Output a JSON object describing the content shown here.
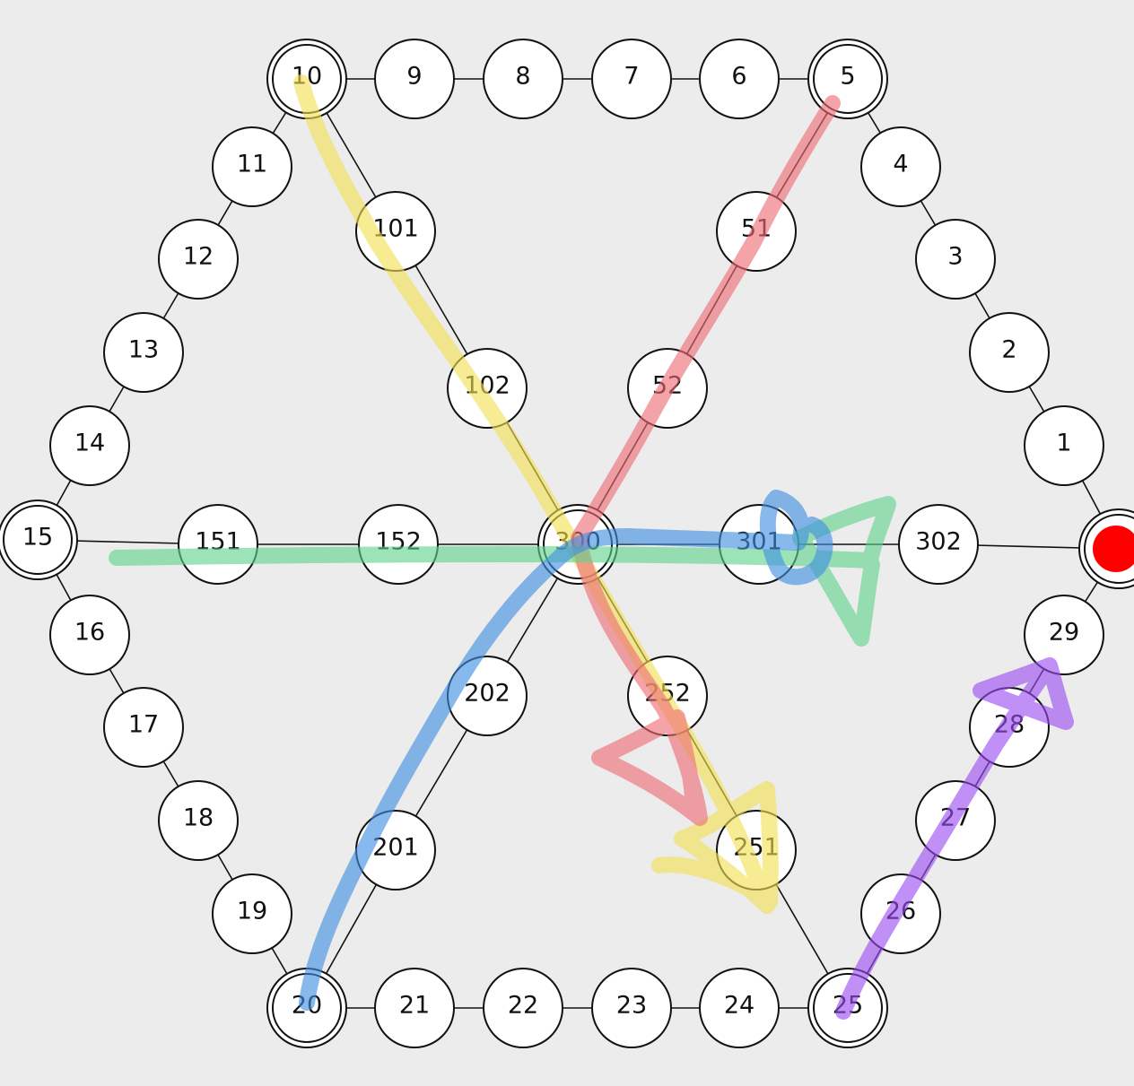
{
  "colors": {
    "background": "#ececec",
    "yellow": "#f2de52",
    "red": "#ee6c74",
    "green": "#5fd38c",
    "blue": "#3f8ee0",
    "purple": "#9a4cf0",
    "marker": "#ff0000"
  },
  "nodes": [
    {
      "id": "0",
      "label": "",
      "double_ring": true,
      "has_marker": true
    },
    {
      "id": "1",
      "label": "1"
    },
    {
      "id": "2",
      "label": "2"
    },
    {
      "id": "3",
      "label": "3"
    },
    {
      "id": "4",
      "label": "4"
    },
    {
      "id": "5",
      "label": "5",
      "double_ring": true
    },
    {
      "id": "6",
      "label": "6"
    },
    {
      "id": "7",
      "label": "7"
    },
    {
      "id": "8",
      "label": "8"
    },
    {
      "id": "9",
      "label": "9"
    },
    {
      "id": "10",
      "label": "10",
      "double_ring": true
    },
    {
      "id": "11",
      "label": "11"
    },
    {
      "id": "12",
      "label": "12"
    },
    {
      "id": "13",
      "label": "13"
    },
    {
      "id": "14",
      "label": "14"
    },
    {
      "id": "15",
      "label": "15",
      "double_ring": true
    },
    {
      "id": "16",
      "label": "16"
    },
    {
      "id": "17",
      "label": "17"
    },
    {
      "id": "18",
      "label": "18"
    },
    {
      "id": "19",
      "label": "19"
    },
    {
      "id": "20",
      "label": "20",
      "double_ring": true
    },
    {
      "id": "21",
      "label": "21"
    },
    {
      "id": "22",
      "label": "22"
    },
    {
      "id": "23",
      "label": "23"
    },
    {
      "id": "24",
      "label": "24"
    },
    {
      "id": "25",
      "label": "25",
      "double_ring": true
    },
    {
      "id": "26",
      "label": "26"
    },
    {
      "id": "27",
      "label": "27"
    },
    {
      "id": "28",
      "label": "28"
    },
    {
      "id": "29",
      "label": "29"
    },
    {
      "id": "51",
      "label": "51"
    },
    {
      "id": "52",
      "label": "52"
    },
    {
      "id": "101",
      "label": "101"
    },
    {
      "id": "102",
      "label": "102"
    },
    {
      "id": "151",
      "label": "151"
    },
    {
      "id": "152",
      "label": "152"
    },
    {
      "id": "201",
      "label": "201"
    },
    {
      "id": "202",
      "label": "202"
    },
    {
      "id": "251",
      "label": "251"
    },
    {
      "id": "252",
      "label": "252"
    },
    {
      "id": "300",
      "label": "300",
      "double_ring": true
    },
    {
      "id": "301",
      "label": "301"
    },
    {
      "id": "302",
      "label": "302"
    }
  ],
  "edges": [
    [
      "0",
      "1"
    ],
    [
      "1",
      "2"
    ],
    [
      "2",
      "3"
    ],
    [
      "3",
      "4"
    ],
    [
      "4",
      "5"
    ],
    [
      "5",
      "6"
    ],
    [
      "6",
      "7"
    ],
    [
      "7",
      "8"
    ],
    [
      "8",
      "9"
    ],
    [
      "9",
      "10"
    ],
    [
      "10",
      "11"
    ],
    [
      "11",
      "12"
    ],
    [
      "12",
      "13"
    ],
    [
      "13",
      "14"
    ],
    [
      "14",
      "15"
    ],
    [
      "15",
      "16"
    ],
    [
      "16",
      "17"
    ],
    [
      "17",
      "18"
    ],
    [
      "18",
      "19"
    ],
    [
      "19",
      "20"
    ],
    [
      "20",
      "21"
    ],
    [
      "21",
      "22"
    ],
    [
      "22",
      "23"
    ],
    [
      "23",
      "24"
    ],
    [
      "24",
      "25"
    ],
    [
      "25",
      "26"
    ],
    [
      "26",
      "27"
    ],
    [
      "27",
      "28"
    ],
    [
      "28",
      "29"
    ],
    [
      "29",
      "0"
    ],
    [
      "5",
      "51"
    ],
    [
      "51",
      "52"
    ],
    [
      "52",
      "300"
    ],
    [
      "10",
      "101"
    ],
    [
      "101",
      "102"
    ],
    [
      "102",
      "300"
    ],
    [
      "15",
      "151"
    ],
    [
      "151",
      "152"
    ],
    [
      "152",
      "300"
    ],
    [
      "20",
      "201"
    ],
    [
      "201",
      "202"
    ],
    [
      "202",
      "300"
    ],
    [
      "25",
      "251"
    ],
    [
      "251",
      "252"
    ],
    [
      "252",
      "300"
    ],
    [
      "0",
      "302"
    ],
    [
      "302",
      "301"
    ],
    [
      "301",
      "300"
    ]
  ],
  "highlight_strokes": [
    {
      "name": "yellow-stroke",
      "color_key": "yellow"
    },
    {
      "name": "red-stroke",
      "color_key": "red"
    },
    {
      "name": "green-stroke",
      "color_key": "green"
    },
    {
      "name": "blue-stroke",
      "color_key": "blue"
    },
    {
      "name": "purple-stroke",
      "color_key": "purple"
    }
  ]
}
